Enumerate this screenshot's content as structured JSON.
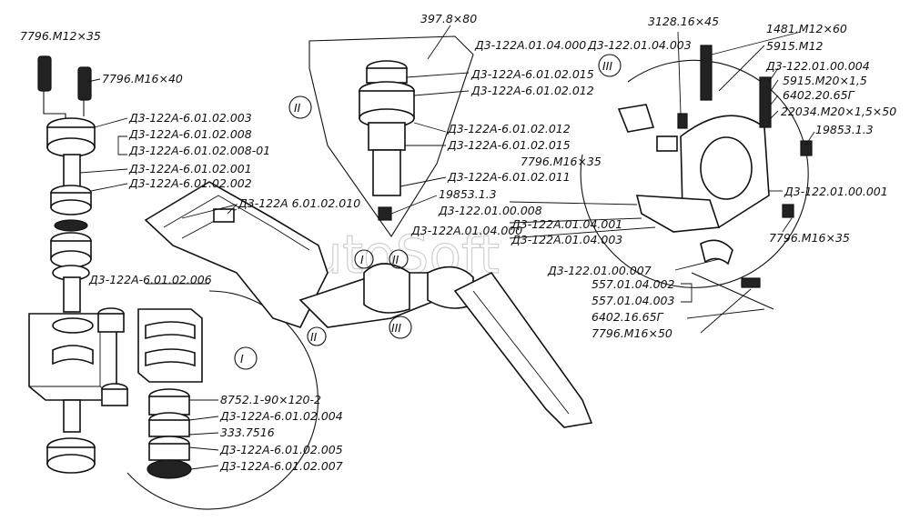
{
  "watermark": "AutoSoft",
  "views": {
    "I": "I",
    "II": "II",
    "III": "III"
  },
  "labels": {
    "l1": "7796.M12×35",
    "l2": "7796.M16×40",
    "l3": "Д3-122А-6.01.02.003",
    "l4": "Д3-122А-6.01.02.008",
    "l5": "Д3-122А-6.01.02.008-01",
    "l6": "Д3-122А-6.01.02.001",
    "l7": "Д3-122А-6.01.02.002",
    "l8": "Д3-122А-6.01.02.006",
    "l9": "Д3-122А 6.01.02.010",
    "l10": "397.8×80",
    "l11": "Д3-122А.01.04.000",
    "l12": "Д3-122.01.04.003",
    "l13": "Д3-122А-6.01.02.015",
    "l14": "Д3-122А-6.01.02.012",
    "l15": "Д3-122А-6.01.02.012",
    "l16": "Д3-122А-6.01.02.015",
    "l17": "7796.M16×35",
    "l18": "Д3-122А-6.01.02.011",
    "l19": "19853.1.3",
    "l20": "Д3-122.01.00.008",
    "l21": "Д3-122А.01.04.001",
    "l22": "Д3-122А.01.04.000",
    "l23": "Д3-122А.01.04.003",
    "l24": "3128.16×45",
    "l25": "1481.M12×60",
    "l26": "5915.M12",
    "l27": "Д3-122.01.00.004",
    "l28": "5915.M20×1,5",
    "l29": "6402.20.65Г",
    "l30": "22034.M20×1,5×50",
    "l31": "19853.1.3",
    "l32": "Д3-122.01.00.001",
    "l33": "7796.M16×35",
    "l34": "Д3-122.01.00.007",
    "l35": "557.01.04.002",
    "l36": "557.01.04.003",
    "l37": "6402.16.65Г",
    "l38": "7796.M16×50",
    "l39": "8752.1-90×120-2",
    "l40": "Д3-122А-6.01.02.004",
    "l41": "333.7516",
    "l42": "Д3-122А-6.01.02.005",
    "l43": "Д3-122А-6.01.02.007"
  }
}
